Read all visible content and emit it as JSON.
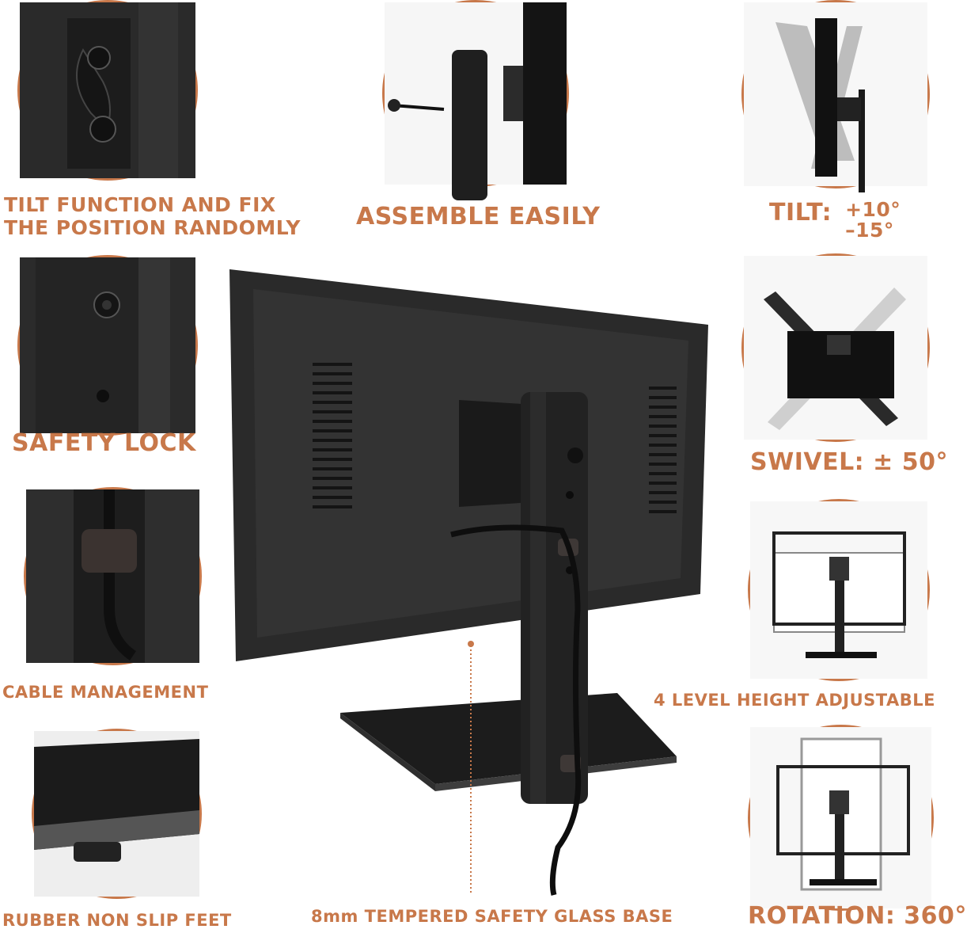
{
  "features": {
    "tilt_fix": {
      "line1": "TILT FUNCTION AND FIX",
      "line2": "THE POSITION RANDOMLY"
    },
    "assemble": "ASSEMBLE EASILY",
    "tilt": {
      "prefix": "TILT:",
      "plus": "+10°",
      "minus": "–15°"
    },
    "safety_lock": "SAFETY LOCK",
    "swivel": "SWIVEL: ± 50°",
    "cable": "CABLE MANAGEMENT",
    "height": "4 LEVEL HEIGHT ADJUSTABLE",
    "feet": "RUBBER NON SLIP FEET",
    "glass": "8mm TEMPERED SAFETY GLASS BASE",
    "rotation": "ROTATION: 360°"
  },
  "colors": {
    "accent": "#c8784a",
    "dark": "#222222",
    "panel": "#2b2b2b"
  }
}
